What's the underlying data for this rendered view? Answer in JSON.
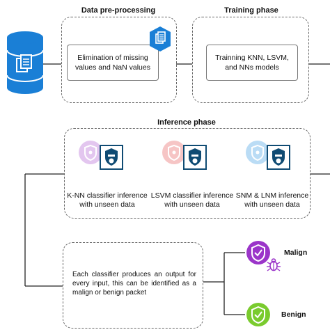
{
  "preprocessing": {
    "title": "Data pre-processing",
    "box_text": "Elimination of missing values and NaN values"
  },
  "training": {
    "title": "Training phase",
    "box_text": "Trainning KNN, LSVM, and NNs models"
  },
  "inference": {
    "title": "Inference phase",
    "classifiers": [
      {
        "label": "K-NN classifier inference with unseen data",
        "color": "#d9b3ea"
      },
      {
        "label": "LSVM classifier inference with unseen data",
        "color": "#f4b6b6"
      },
      {
        "label": "SNM & LNM inference with unseen data",
        "color": "#a9d3f2"
      }
    ]
  },
  "output": {
    "note": "Each classifier produces an output for every input, this can be identified as a malign or benign packet",
    "malign_label": "Malign",
    "benign_label": "Benign",
    "malign_color": "#9b35c9",
    "benign_color": "#7acb2e"
  },
  "colors": {
    "database": "#1a7fd6",
    "shield": "#0f4b73",
    "line": "#222222"
  }
}
